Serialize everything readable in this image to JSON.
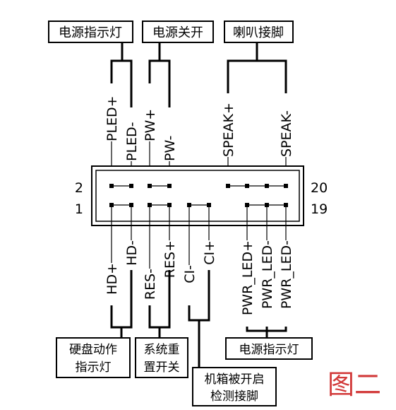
{
  "top_boxes": [
    {
      "id": "power-led",
      "text": "电源指示灯"
    },
    {
      "id": "power-switch",
      "text": "电源关开"
    },
    {
      "id": "speaker",
      "text": "喇叭接脚"
    }
  ],
  "bottom_boxes": [
    {
      "id": "hdd-led",
      "lines": [
        "硬盘动作",
        "指示灯"
      ]
    },
    {
      "id": "reset",
      "lines": [
        "系统重",
        "置开关"
      ]
    },
    {
      "id": "chassis-intrusion",
      "lines": [
        "机箱被开启",
        "检测接脚"
      ]
    },
    {
      "id": "power-led-bottom",
      "lines": [
        "电源指示灯"
      ]
    }
  ],
  "pin_labels_top": [
    "PLED+",
    "PLED-",
    "PW+",
    "PW-",
    "SPEAK+",
    "SPEAK-"
  ],
  "pin_labels_bottom": [
    "HD+",
    "HD-",
    "RES-",
    "RES+",
    "CI-",
    "CI+",
    "PWR_LED+",
    "PWR_LED-",
    "PWR_LED-"
  ],
  "pin_numbers": {
    "top_left": "2",
    "top_right": "20",
    "bottom_left": "1",
    "bottom_right": "19"
  },
  "figure_label": "图二"
}
